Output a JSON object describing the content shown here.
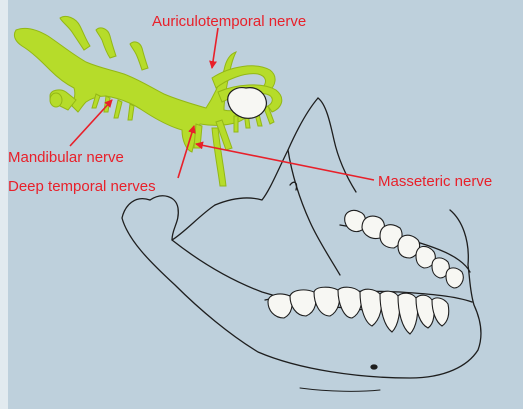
{
  "labels": {
    "auriculotemporal": "Auriculotemporal nerve",
    "mandibular": "Mandibular nerve",
    "deep_temporal": "Deep temporal nerves",
    "masseteric": "Masseteric nerve"
  },
  "colors": {
    "background": "#bed0dc",
    "nerve": "#b6dc2a",
    "nerve_outline": "#93b716",
    "bone_outline": "#1e1e1e",
    "label": "#e8202a"
  }
}
